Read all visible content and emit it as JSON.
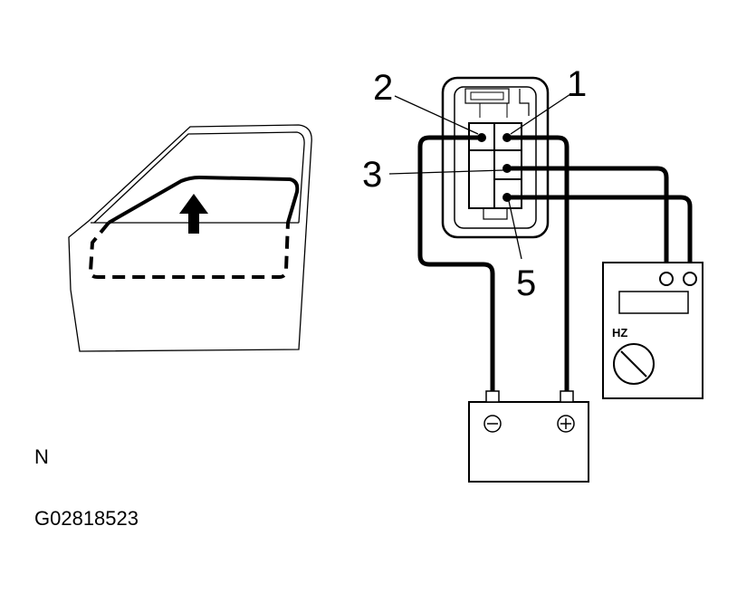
{
  "pins": {
    "pin1": "1",
    "pin2": "2",
    "pin3": "3",
    "pin5": "5"
  },
  "meter": {
    "label": "HZ"
  },
  "battery": {
    "negative": "⊖",
    "positive": "⊕"
  },
  "figure": {
    "view_letter": "N",
    "code": "G02818523"
  }
}
